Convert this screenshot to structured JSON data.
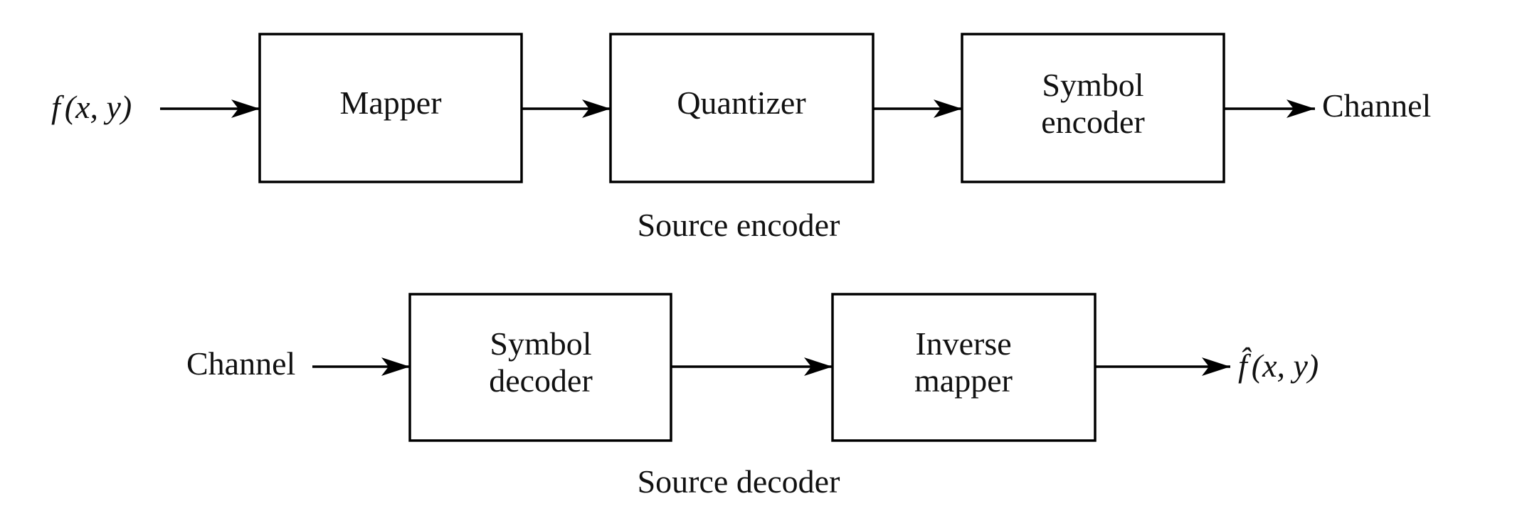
{
  "diagram": {
    "type": "block-diagram",
    "encoder": {
      "group_label": "Source encoder",
      "input_label": {
        "func": "f",
        "args": "(x, y)"
      },
      "blocks": [
        {
          "id": "mapper",
          "lines": [
            "Mapper"
          ]
        },
        {
          "id": "quantizer",
          "lines": [
            "Quantizer"
          ]
        },
        {
          "id": "symbol-encoder",
          "lines": [
            "Symbol",
            "encoder"
          ]
        }
      ],
      "output_label": "Channel"
    },
    "decoder": {
      "group_label": "Source decoder",
      "input_label": "Channel",
      "blocks": [
        {
          "id": "symbol-decoder",
          "lines": [
            "Symbol",
            "decoder"
          ]
        },
        {
          "id": "inverse-mapper",
          "lines": [
            "Inverse",
            "mapper"
          ]
        }
      ],
      "output_label": {
        "func": "f̂",
        "args": "(x, y)"
      }
    },
    "edges": [
      {
        "from": "f(x, y)",
        "to": "Mapper"
      },
      {
        "from": "Mapper",
        "to": "Quantizer"
      },
      {
        "from": "Quantizer",
        "to": "Symbol encoder"
      },
      {
        "from": "Symbol encoder",
        "to": "Channel"
      },
      {
        "from": "Channel",
        "to": "Symbol decoder"
      },
      {
        "from": "Symbol decoder",
        "to": "Inverse mapper"
      },
      {
        "from": "Inverse mapper",
        "to": "f̂(x, y)"
      }
    ]
  }
}
